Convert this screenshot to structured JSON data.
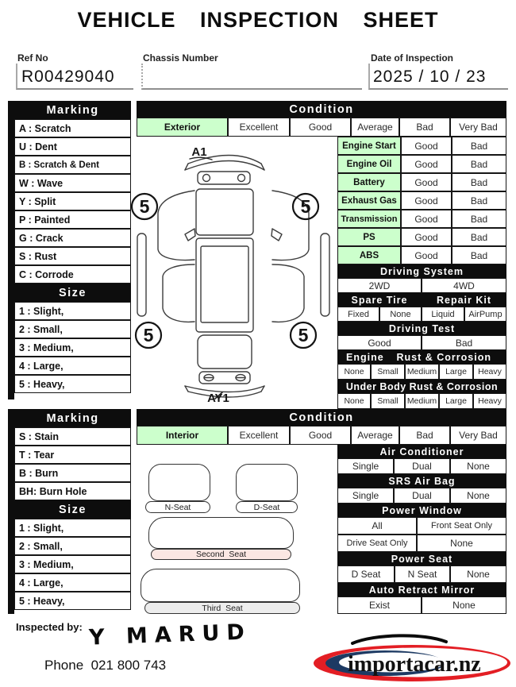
{
  "title": "VEHICLE INSPECTION SHEET",
  "header": {
    "ref_no_label": "Ref No",
    "ref_no_value": "R00429040",
    "chassis_label": "Chassis Number",
    "chassis_value": "",
    "date_label": "Date of Inspection",
    "date_value": "2025 / 10 / 23"
  },
  "exterior": {
    "marking_title": "Marking",
    "marking_rows": [
      "A : Scratch",
      "U : Dent",
      "B : Scratch & Dent",
      "W : Wave",
      "Y : Split",
      "P : Painted",
      "G : Crack",
      "S : Rust",
      "C : Corrode"
    ],
    "size_title": "Size",
    "size_rows": [
      "1 : Slight,",
      "2 : Small,",
      "3 : Medium,",
      "4 : Large,",
      "5 : Heavy,"
    ],
    "condition_title": "Condition",
    "row_label": "Exterior",
    "rating_options": [
      "Excellent",
      "Good",
      "Average",
      "Bad",
      "Very Bad"
    ],
    "rating_selected": "Good",
    "checks": [
      {
        "label": "Engine Start",
        "good": "Good",
        "bad": "Bad",
        "selected": "Good"
      },
      {
        "label": "Engine Oil",
        "good": "Good",
        "bad": "Bad",
        "selected": "Good"
      },
      {
        "label": "Battery",
        "good": "Good",
        "bad": "Bad",
        "selected": "Good"
      },
      {
        "label": "Exhaust Gas",
        "good": "Good",
        "bad": "Bad",
        "selected": "Good"
      },
      {
        "label": "Transmission",
        "good": "Good",
        "bad": "Bad",
        "selected": "Good"
      },
      {
        "label": "PS",
        "good": "Good",
        "bad": "Bad",
        "selected": "Good"
      },
      {
        "label": "ABS",
        "good": "Good",
        "bad": "Bad",
        "selected": "Good"
      }
    ],
    "driving_system": {
      "title": "Driving System",
      "opt1": "2WD",
      "opt2": "4WD",
      "selected": "2WD"
    },
    "spare_tire_title": "Spare Tire",
    "repair_kit_title": "Repair Kit",
    "spare_repair_options": {
      "o1": "Fixed",
      "o2": "None",
      "o3": "Liquid",
      "o4": "AirPump",
      "selected": "Fixed"
    },
    "driving_test": {
      "title": "Driving Test",
      "opt1": "Good",
      "opt2": "Bad",
      "selected": "Good"
    },
    "engine_rust": {
      "title_left": "Engine",
      "title_right": "Rust & Corrosion",
      "options": [
        "None",
        "Small",
        "Medium",
        "Large",
        "Heavy"
      ],
      "selected": "Small"
    },
    "under_rust": {
      "title": "Under Body Rust & Corrosion",
      "options": [
        "None",
        "Small",
        "Medium",
        "Large",
        "Heavy"
      ],
      "selected": "Small"
    },
    "diagram": {
      "front_code": "A1",
      "rear_code": "AY1",
      "wheel_mark": "5"
    }
  },
  "interior": {
    "marking_title": "Marking",
    "marking_rows": [
      "S : Stain",
      "T : Tear",
      "B : Burn",
      "BH: Burn Hole"
    ],
    "size_title": "Size",
    "size_rows": [
      "1 : Slight,",
      "2 : Small,",
      "3 : Medium,",
      "4 : Large,",
      "5 : Heavy,"
    ],
    "condition_title": "Condition",
    "row_label": "Interior",
    "rating_options": [
      "Excellent",
      "Good",
      "Average",
      "Bad",
      "Very Bad"
    ],
    "rating_selected": "Good",
    "air_conditioner": {
      "title": "Air Conditioner",
      "options": [
        "Single",
        "Dual",
        "None"
      ],
      "selected": "Single"
    },
    "srs_air_bag": {
      "title": "SRS Air Bag",
      "options": [
        "Single",
        "Dual",
        "None"
      ],
      "selected": "Dual"
    },
    "power_window": {
      "title": "Power Window",
      "row1": [
        "All",
        "Front Seat Only"
      ],
      "row2": [
        "Drive Seat Only",
        "None"
      ],
      "selected": "All"
    },
    "power_seat": {
      "title": "Power Seat",
      "options": [
        "D Seat",
        "N Seat",
        "None"
      ],
      "selected": "None"
    },
    "auto_retract_mirror": {
      "title": "Auto Retract Mirror",
      "options": [
        "Exist",
        "None"
      ],
      "selected": "Exist"
    },
    "seats": {
      "n": "N-Seat",
      "d": "D-Seat",
      "second": "Second  Seat",
      "third": "Third  Seat"
    }
  },
  "footer": {
    "inspected_by": "Inspected by:",
    "signature": "Y MARUD",
    "phone": "Phone  021 800 743",
    "logo_text": "importacar.nz"
  },
  "colors": {
    "cell_green": "#ccffcc",
    "header_black": "#0d0d0d",
    "seat_second_bg": "#fbe7e3",
    "seat_third_bg": "#ededed",
    "logo_red": "#e31e24",
    "logo_blue": "#1d3a63"
  }
}
